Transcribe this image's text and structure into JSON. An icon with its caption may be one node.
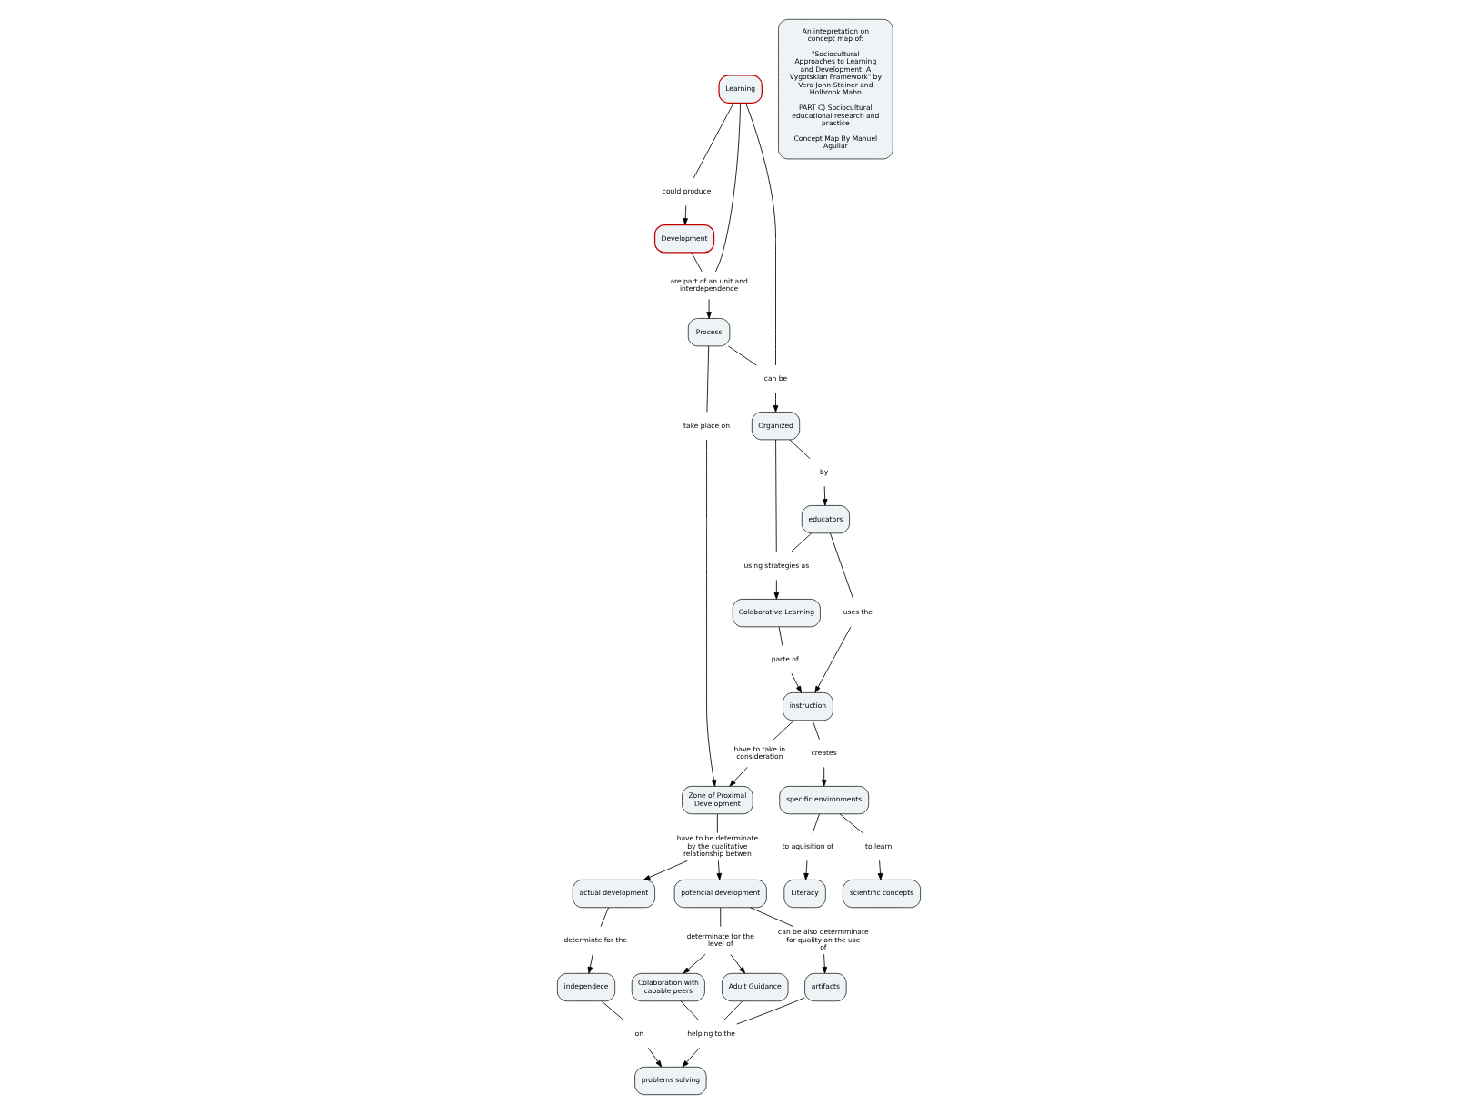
{
  "diagram": {
    "nodes": [
      {
        "text": [
          "Learning"
        ]
      },
      {
        "text": [
          "could produce"
        ]
      },
      {
        "text": [
          "Development"
        ]
      },
      {
        "text": [
          "can be"
        ]
      },
      {
        "text": [
          "are part of an unit and interdependence"
        ]
      },
      {
        "text": [
          "Organized"
        ]
      },
      {
        "text": [
          "Process"
        ]
      },
      {
        "text": [
          "take place on"
        ]
      },
      {
        "text": [
          "using strategies as"
        ]
      },
      {
        "text": [
          "by"
        ]
      },
      {
        "text": [
          "educators"
        ]
      },
      {
        "text": [
          "have to take in consideration"
        ]
      },
      {
        "text": [
          "Zone of Proximal Development"
        ]
      },
      {
        "text": [
          "Colaborative Learning"
        ]
      },
      {
        "text": [
          "uses the"
        ]
      },
      {
        "text": [
          "have to be determinate by the cualitative relationship betwen"
        ]
      },
      {
        "text": [
          "parte of"
        ]
      },
      {
        "text": [
          "instruction"
        ]
      },
      {
        "text": [
          "actual development"
        ]
      },
      {
        "text": [
          "potencial development"
        ]
      },
      {
        "text": [
          "creates"
        ]
      },
      {
        "text": [
          "determinte for the"
        ]
      },
      {
        "text": [
          "determinate for the level of"
        ]
      },
      {
        "text": [
          "can be also determminate for quality on the use of"
        ]
      },
      {
        "text": [
          "specific environments"
        ]
      },
      {
        "text": [
          "independece"
        ]
      },
      {
        "text": [
          "Colaboration with capable peers"
        ]
      },
      {
        "text": [
          "Adult Guidance"
        ]
      },
      {
        "text": [
          "artifacts"
        ]
      },
      {
        "text": [
          "to learn"
        ]
      },
      {
        "text": [
          "to aquisition of"
        ]
      },
      {
        "text": [
          "on"
        ]
      },
      {
        "text": [
          "scientific concepts"
        ]
      },
      {
        "text": [
          "Literacy"
        ]
      },
      {
        "text": [
          "problems solving"
        ]
      },
      {
        "text": [
          "helping to the"
        ]
      },
      {
        "text": [
          "An intepretation on concept map of:",
          "\"Sociocultural Approaches to Learning and Development: A Vygotskian Framework\" by Vera John-Steiner and Holbrook Mahn",
          "PART C) Sociocultural educational research and practice",
          "Concept Map By Manuel Aguilar"
        ]
      }
    ],
    "edges": [
      {
        "from": 0,
        "to": 1,
        "arrow": "none"
      },
      {
        "from": 1,
        "to": 2,
        "arrow": "to"
      },
      {
        "from": 0,
        "to": 3,
        "arrow": "none"
      },
      {
        "from": 6,
        "to": 3,
        "arrow": "none"
      },
      {
        "from": 3,
        "to": 5,
        "arrow": "to"
      },
      {
        "from": 0,
        "to": 4,
        "arrow": "none"
      },
      {
        "from": 2,
        "to": 4,
        "arrow": "none"
      },
      {
        "from": 4,
        "to": 6,
        "arrow": "to"
      },
      {
        "from": 6,
        "to": 7,
        "arrow": "none"
      },
      {
        "from": 7,
        "to": 12,
        "arrow": "to"
      },
      {
        "from": 5,
        "to": 8,
        "arrow": "none"
      },
      {
        "from": 10,
        "to": 8,
        "arrow": "none"
      },
      {
        "from": 8,
        "to": 13,
        "arrow": "to"
      },
      {
        "from": 5,
        "to": 9,
        "arrow": "none"
      },
      {
        "from": 9,
        "to": 10,
        "arrow": "to"
      },
      {
        "from": 10,
        "to": 14,
        "arrow": "none"
      },
      {
        "from": 14,
        "to": 17,
        "arrow": "to"
      },
      {
        "from": 13,
        "to": 16,
        "arrow": "none"
      },
      {
        "from": 16,
        "to": 17,
        "arrow": "to"
      },
      {
        "from": 17,
        "to": 11,
        "arrow": "none"
      },
      {
        "from": 11,
        "to": 12,
        "arrow": "to"
      },
      {
        "from": 17,
        "to": 20,
        "arrow": "none"
      },
      {
        "from": 20,
        "to": 24,
        "arrow": "to"
      },
      {
        "from": 24,
        "to": 29,
        "arrow": "none"
      },
      {
        "from": 29,
        "to": 32,
        "arrow": "to"
      },
      {
        "from": 24,
        "to": 30,
        "arrow": "none"
      },
      {
        "from": 30,
        "to": 33,
        "arrow": "to"
      },
      {
        "from": 12,
        "to": 15,
        "arrow": "none"
      },
      {
        "from": 15,
        "to": 18,
        "arrow": "to"
      },
      {
        "from": 15,
        "to": 19,
        "arrow": "to"
      },
      {
        "from": 18,
        "to": 21,
        "arrow": "none"
      },
      {
        "from": 21,
        "to": 25,
        "arrow": "to"
      },
      {
        "from": 25,
        "to": 31,
        "arrow": "none"
      },
      {
        "from": 31,
        "to": 34,
        "arrow": "to"
      },
      {
        "from": 19,
        "to": 22,
        "arrow": "none"
      },
      {
        "from": 22,
        "to": 26,
        "arrow": "to"
      },
      {
        "from": 22,
        "to": 27,
        "arrow": "to"
      },
      {
        "from": 19,
        "to": 23,
        "arrow": "none"
      },
      {
        "from": 23,
        "to": 28,
        "arrow": "to"
      },
      {
        "from": 26,
        "to": 35,
        "arrow": "none"
      },
      {
        "from": 27,
        "to": 35,
        "arrow": "none"
      },
      {
        "from": 28,
        "to": 35,
        "arrow": "none"
      },
      {
        "from": 35,
        "to": 34,
        "arrow": "to"
      }
    ]
  }
}
